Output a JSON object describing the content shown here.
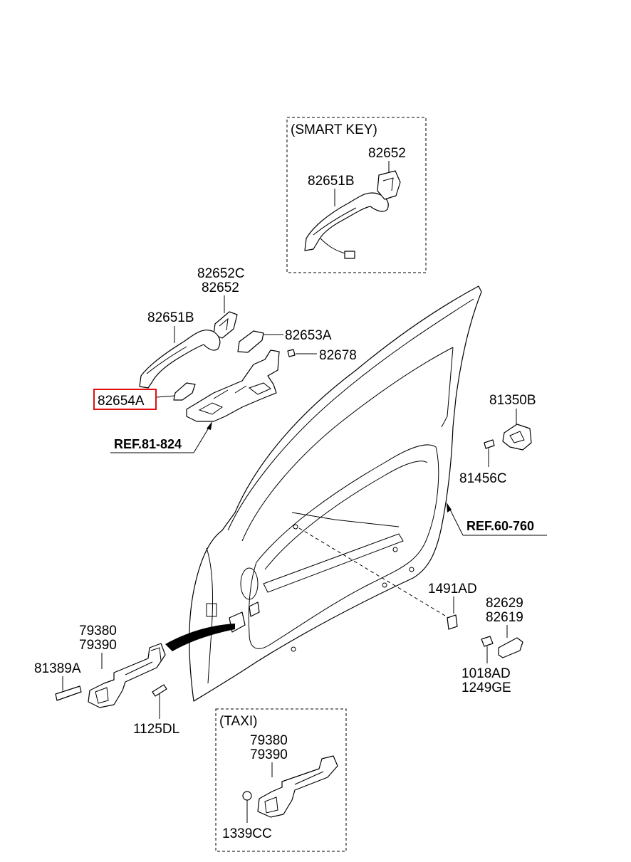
{
  "groups": {
    "smart_key": "(SMART KEY)",
    "taxi": "(TAXI)"
  },
  "labels": {
    "sk_82652": "82652",
    "sk_82651B": "82651B",
    "p_82652C": "82652C",
    "p_82652": "82652",
    "p_82651B": "82651B",
    "p_82653A": "82653A",
    "p_82678": "82678",
    "p_82654A": "82654A",
    "p_81350B": "81350B",
    "p_81456C": "81456C",
    "p_1491AD": "1491AD",
    "p_82629": "82629",
    "p_82619": "82619",
    "p_1018AD": "1018AD",
    "p_1249GE": "1249GE",
    "p_79380": "79380",
    "p_79390": "79390",
    "p_81389A": "81389A",
    "p_1125DL": "1125DL",
    "t_79380": "79380",
    "t_79390": "79390",
    "t_1339CC": "1339CC"
  },
  "references": {
    "ref_81_824": "REF.81-824",
    "ref_60_760": "REF.60-760"
  },
  "highlight": {
    "part": "82654A",
    "color": "#e01010"
  }
}
